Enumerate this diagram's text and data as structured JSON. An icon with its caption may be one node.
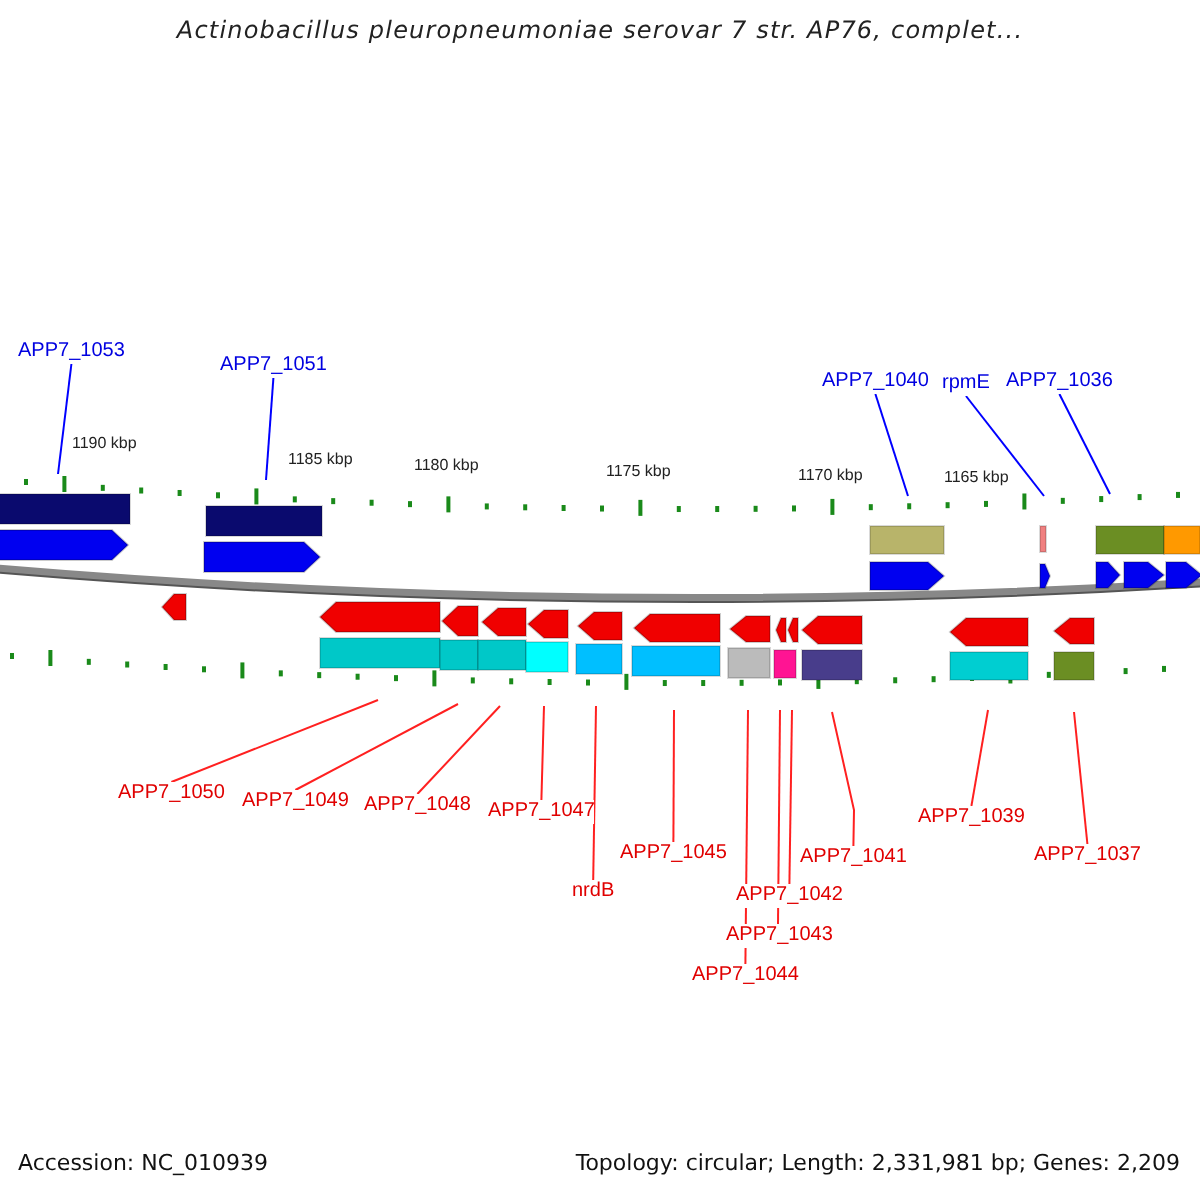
{
  "diagram": {
    "title": "Actinobacillus pleuropneumoniae serovar 7 str. AP76, complet...",
    "nodes": [
      {
        "text": [
          "APP7_1053"
        ]
      },
      {
        "text": [
          "APP7_1051"
        ]
      },
      {
        "text": [
          "APP7_1040"
        ]
      },
      {
        "text": [
          "rpmE"
        ]
      },
      {
        "text": [
          "APP7_1036"
        ]
      },
      {
        "text": [
          "APP7_1050"
        ]
      },
      {
        "text": [
          "APP7_1049"
        ]
      },
      {
        "text": [
          "APP7_1048"
        ]
      },
      {
        "text": [
          "APP7_1047"
        ]
      },
      {
        "text": [
          "APP7_1045"
        ]
      },
      {
        "text": [
          "APP7_1041"
        ]
      },
      {
        "text": [
          "APP7_1039"
        ]
      },
      {
        "text": [
          "APP7_1037"
        ]
      },
      {
        "text": [
          "nrdB"
        ]
      },
      {
        "text": [
          "APP7_1042"
        ]
      },
      {
        "text": [
          "APP7_1043"
        ]
      },
      {
        "text": [
          "APP7_1044"
        ]
      }
    ],
    "edges": [
      {
        "from": 0,
        "to": null,
        "arrow": "none",
        "color": "#0000ff"
      },
      {
        "from": 1,
        "to": null,
        "arrow": "none",
        "color": "#0000ff"
      },
      {
        "from": 2,
        "to": null,
        "arrow": "none",
        "color": "#0000ff"
      },
      {
        "from": 3,
        "to": null,
        "arrow": "none",
        "color": "#0000ff"
      },
      {
        "from": 4,
        "to": null,
        "arrow": "none",
        "color": "#0000ff"
      },
      {
        "from": 5,
        "to": null,
        "arrow": "none"
      },
      {
        "from": 6,
        "to": null,
        "arrow": "none"
      },
      {
        "from": 7,
        "to": null,
        "arrow": "none"
      },
      {
        "from": 8,
        "to": null,
        "arrow": "none"
      },
      {
        "from": 9,
        "to": null,
        "arrow": "none"
      },
      {
        "from": 10,
        "to": null,
        "arrow": "none"
      },
      {
        "from": 11,
        "to": null,
        "arrow": "none"
      },
      {
        "from": 12,
        "to": null,
        "arrow": "none"
      },
      {
        "from": 13,
        "to": null,
        "arrow": "none"
      },
      {
        "from": 14,
        "to": null,
        "arrow": "none"
      },
      {
        "from": 15,
        "to": null,
        "arrow": "none"
      },
      {
        "from": 16,
        "to": null,
        "arrow": "none"
      }
    ],
    "labels": [
      "1190 kbp",
      "1185 kbp",
      "1180 kbp",
      "1175 kbp",
      "1170 kbp",
      "1165 kbp",
      "Accession: NC_010939",
      "Topology: circular; Length: 2,331,981 bp; Genes: 2,209"
    ]
  }
}
